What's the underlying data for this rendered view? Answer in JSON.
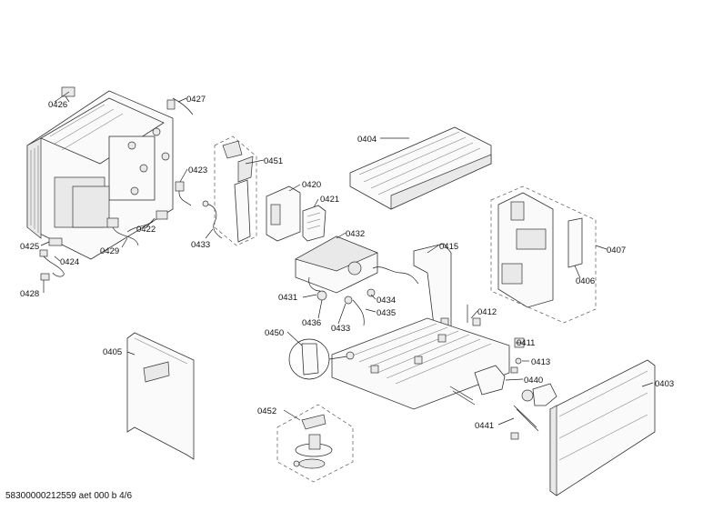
{
  "labels": {
    "p0426": "0426",
    "p0427": "0427",
    "p0423": "0423",
    "p0451": "0451",
    "p0404": "0404",
    "p0420": "0420",
    "p0421": "0421",
    "p0425": "0425",
    "p0424": "0424",
    "p0429": "0429",
    "p0422": "0422",
    "p0433a": "0433",
    "p0428": "0428",
    "p0432": "0432",
    "p0415": "0415",
    "p0407": "0407",
    "p0406": "0406",
    "p0431": "0431",
    "p0434": "0434",
    "p0436": "0436",
    "p0433b": "0433",
    "p0435": "0435",
    "p0412": "0412",
    "p0405": "0405",
    "p0450": "0450",
    "p0411": "0411",
    "p0413": "0413",
    "p0440": "0440",
    "p0403": "0403",
    "p0452": "0452",
    "p0441": "0441"
  },
  "footer": "58300000212559 aet 000 b 4/6"
}
